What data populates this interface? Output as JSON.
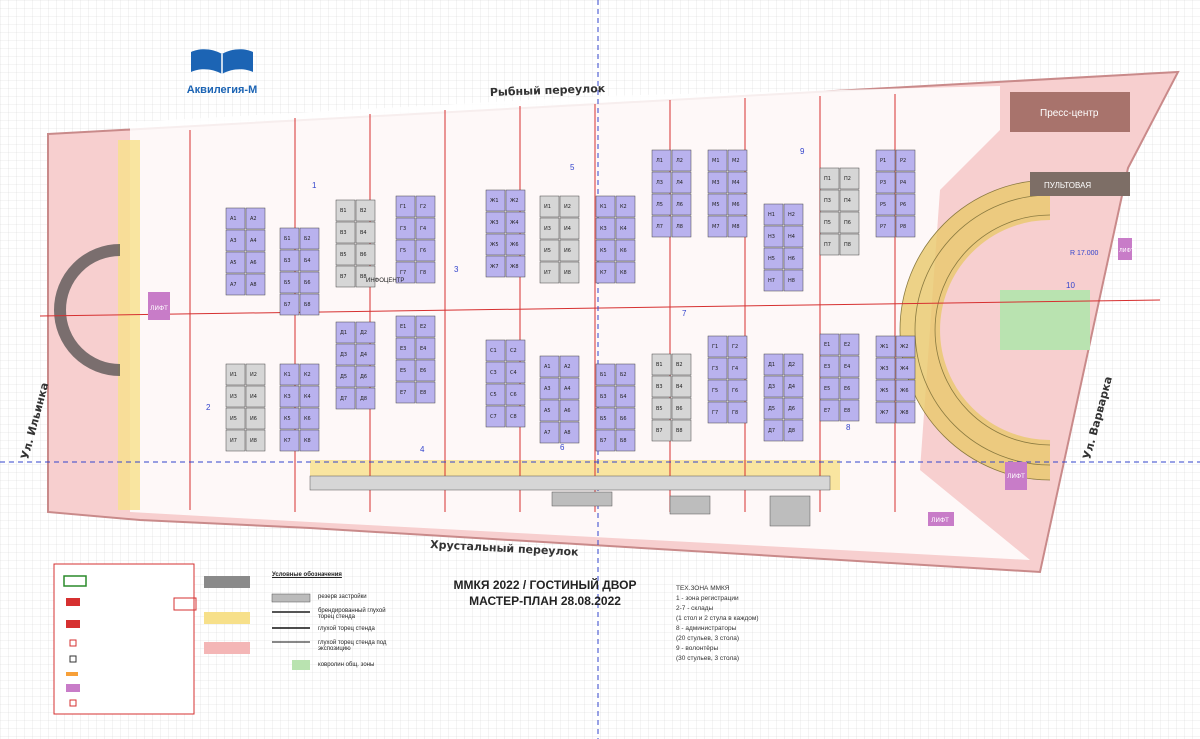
{
  "logo": {
    "text": "Аквилегия-М",
    "icon": "open-book-icon"
  },
  "streets": {
    "north": "Рыбный переулок",
    "south": "Хрустальный переулок",
    "west": "Ул. Ильинка",
    "east": "Ул. Варварка"
  },
  "areas": {
    "press_center": "Пресс-центр",
    "console": "ПУЛЬТОВАЯ",
    "info_center": "ИНФОЦЕНТР",
    "radius": "R 17.000",
    "lift_labels": [
      "ЛИФТ",
      "ЛИФТ",
      "ЛИФТ",
      "ЛИФТ"
    ]
  },
  "zone_numbers": [
    "1",
    "2",
    "3",
    "4",
    "5",
    "6",
    "7",
    "8",
    "9",
    "10"
  ],
  "title": {
    "line1": "ММКЯ 2022 / ГОСТИНЫЙ ДВОР",
    "line2": "МАСТЕР-ПЛАН 28.08.2022"
  },
  "tech_zone": {
    "header": "ТЕХ.ЗОНА ММКЯ",
    "lines": [
      "1 - зона регистрации",
      "2-7 - склады",
      "(1 стол и 2 стула в каждом)",
      "8 - администраторы",
      "(20 стульев, 3 стола)",
      "9 - волонтёры",
      "(30 стульев, 3 стола)"
    ]
  },
  "legend": {
    "header": "Условные обозначения",
    "items": [
      "резерв застройки",
      "брендированный глухой торец стенда",
      "глухой торец стенда",
      "глухой торец стенда под экспозицию",
      "ковролин общ. зоны"
    ]
  },
  "stand_blocks": [
    {
      "id": "А",
      "labels": [
        "А1",
        "А2",
        "А3",
        "А4",
        "А5",
        "А6",
        "А7",
        "А8"
      ]
    },
    {
      "id": "Б",
      "labels": [
        "Б1",
        "Б2",
        "Б3",
        "Б4",
        "Б5",
        "Б6",
        "Б7",
        "Б8"
      ]
    },
    {
      "id": "В",
      "labels": [
        "В1",
        "В2",
        "В3",
        "В4",
        "В5",
        "В6",
        "В7",
        "В8"
      ]
    },
    {
      "id": "Г",
      "labels": [
        "Г1",
        "Г2",
        "Г3",
        "Г4",
        "Г5",
        "Г6",
        "Г7",
        "Г8"
      ]
    },
    {
      "id": "Д",
      "labels": [
        "Д1",
        "Д2",
        "Д3",
        "Д4",
        "Д5",
        "Д6",
        "Д7",
        "Д8"
      ]
    },
    {
      "id": "Е",
      "labels": [
        "Е1",
        "Е2",
        "Е3",
        "Е4",
        "Е5",
        "Е6",
        "Е7",
        "Е8"
      ]
    },
    {
      "id": "Ж",
      "labels": [
        "Ж1",
        "Ж2",
        "Ж3",
        "Ж4",
        "Ж5",
        "Ж6",
        "Ж7",
        "Ж8"
      ]
    },
    {
      "id": "И",
      "labels": [
        "И1",
        "И2",
        "И3",
        "И4",
        "И5",
        "И6",
        "И7",
        "И8"
      ]
    },
    {
      "id": "К",
      "labels": [
        "К1",
        "К2",
        "К3",
        "К4",
        "К5",
        "К6",
        "К7",
        "К8"
      ]
    },
    {
      "id": "Л",
      "labels": [
        "Л1",
        "Л2",
        "Л3",
        "Л4",
        "Л5",
        "Л6",
        "Л7",
        "Л8"
      ]
    },
    {
      "id": "М",
      "labels": [
        "М1",
        "М2",
        "М3",
        "М4",
        "М5",
        "М6",
        "М7",
        "М8"
      ]
    },
    {
      "id": "Н",
      "labels": [
        "Н1",
        "Н2",
        "Н3",
        "Н4",
        "Н5",
        "Н6",
        "Н7",
        "Н8"
      ]
    },
    {
      "id": "П",
      "labels": [
        "П1",
        "П2",
        "П3",
        "П4",
        "П5",
        "П6",
        "П7",
        "П8"
      ]
    },
    {
      "id": "Р",
      "labels": [
        "Р1",
        "Р2",
        "Р3",
        "Р4",
        "Р5",
        "Р6",
        "Р7",
        "Р8"
      ]
    },
    {
      "id": "С",
      "labels": [
        "С1",
        "С2",
        "С3",
        "С4",
        "С5",
        "С6",
        "С7",
        "С8"
      ]
    }
  ],
  "colors": {
    "hatch_pink": "#f4b6b6",
    "wall": "#c98a8a",
    "stand_purple": "#b9b2ee",
    "stand_gray": "#d6d6d6",
    "yellow_zone": "#f7e08a",
    "green_zone": "#b9e3b0",
    "axis_red": "#d63030",
    "grid": "#d8d8d8"
  }
}
